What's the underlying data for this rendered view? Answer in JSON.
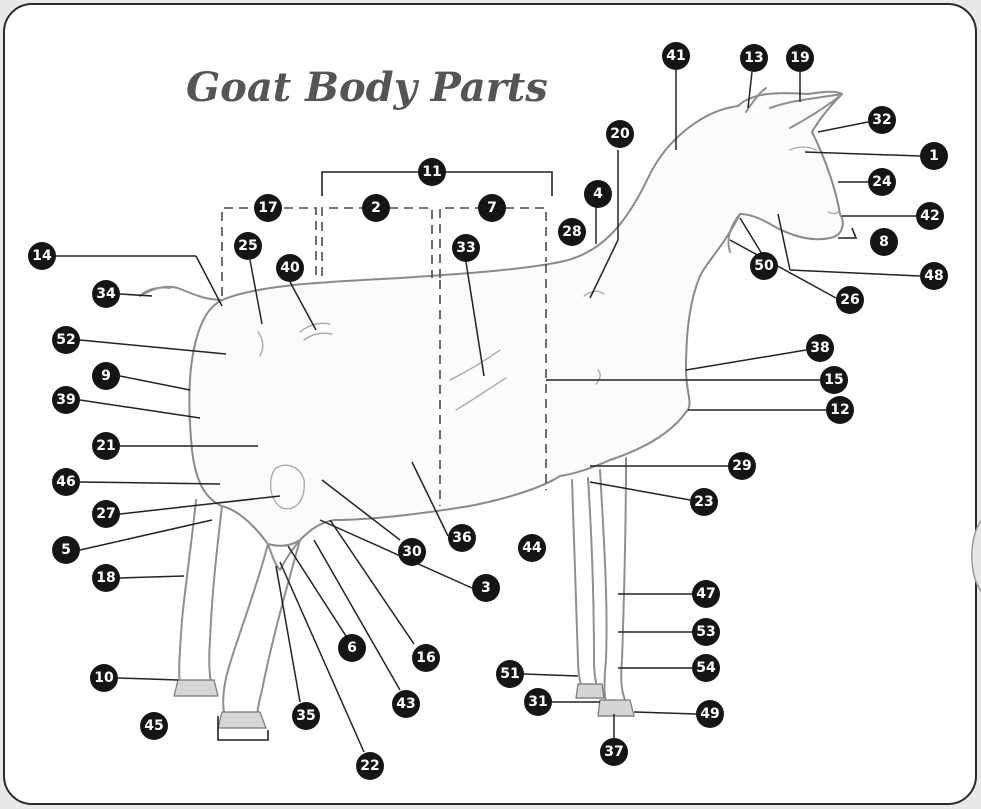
{
  "title": "Goat Body Parts",
  "colors": {
    "badge": "#151515",
    "badge_text": "#ffffff",
    "outline": "#8f8f8f",
    "card": "#ffffff",
    "page": "#e9e9e7"
  },
  "labels": [
    "1",
    "2",
    "3",
    "4",
    "5",
    "6",
    "7",
    "8",
    "9",
    "10",
    "11",
    "12",
    "13",
    "14",
    "15",
    "16",
    "17",
    "18",
    "19",
    "20",
    "21",
    "22",
    "23",
    "24",
    "25",
    "26",
    "27",
    "28",
    "29",
    "30",
    "31",
    "32",
    "33",
    "34",
    "35",
    "36",
    "37",
    "38",
    "39",
    "40",
    "41",
    "42",
    "43",
    "44",
    "45",
    "46",
    "47",
    "48",
    "49",
    "50",
    "51",
    "52",
    "53",
    "54"
  ]
}
